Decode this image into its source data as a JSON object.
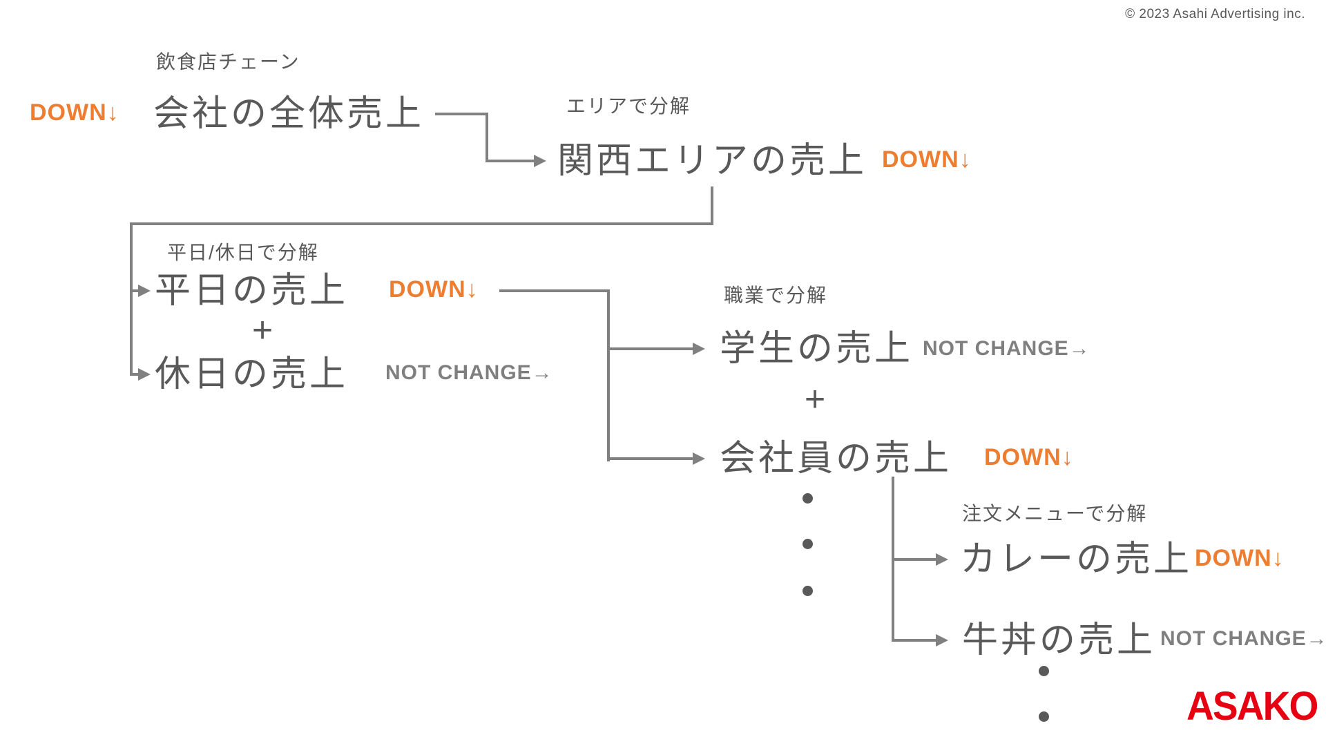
{
  "page": {
    "copyright": "© 2023 Asahi Advertising inc.",
    "background": "#ffffff"
  },
  "brand": {
    "logo_text": "ASAKO",
    "logo_color": "#e60012"
  },
  "palette": {
    "node_text": "#595959",
    "label_text": "#595959",
    "muted_text": "#7f7f7f",
    "connector_line": "#808080",
    "accent_orange": "#ed7d31"
  },
  "diagram": {
    "root": {
      "context_label": "飲食店チェーン",
      "name": "会社の全体売上",
      "status": "DOWN↓"
    },
    "area": {
      "split_label": "エリアで分解",
      "name": "関西エリアの売上",
      "status": "DOWN↓"
    },
    "daytype": {
      "split_label": "平日/休日で分解",
      "plus": "+",
      "weekday": {
        "name": "平日の売上",
        "status": "DOWN↓"
      },
      "holiday": {
        "name": "休日の売上",
        "status": "NOT CHANGE→"
      }
    },
    "occupation": {
      "split_label": "職業で分解",
      "plus": "+",
      "student": {
        "name": "学生の売上",
        "status": "NOT CHANGE→"
      },
      "worker": {
        "name": "会社員の売上",
        "status": "DOWN↓"
      },
      "more_indicator_dots": 3
    },
    "menu": {
      "split_label": "注文メニューで分解",
      "curry": {
        "name": "カレーの売上",
        "status": "DOWN↓"
      },
      "gyudon": {
        "name": "牛丼の売上",
        "status": "NOT CHANGE→"
      },
      "more_indicator_dots": 2
    }
  }
}
